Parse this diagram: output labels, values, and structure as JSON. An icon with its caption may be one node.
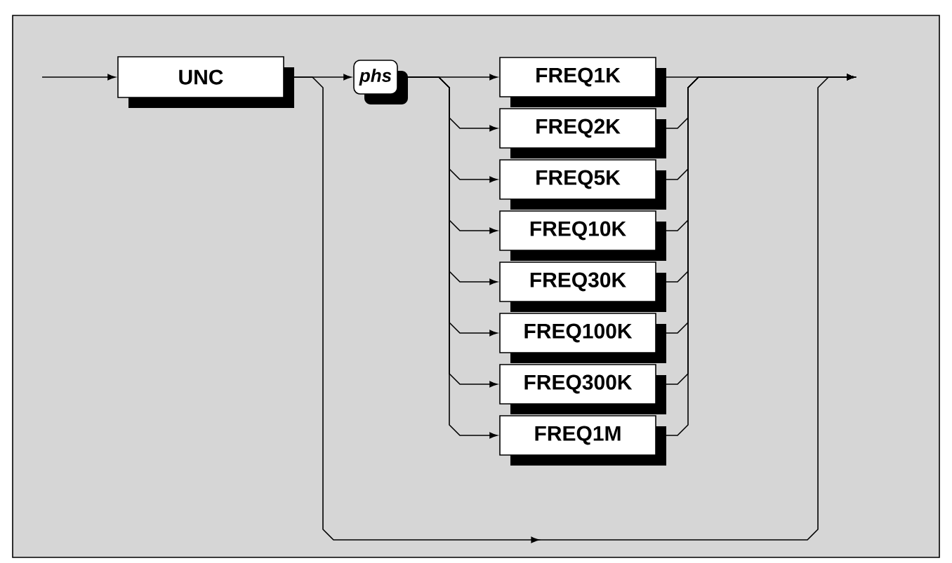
{
  "diagram": {
    "nodes": [
      {
        "text": [
          "UNC"
        ]
      },
      {
        "text": [
          "phs"
        ]
      },
      {
        "text": [
          "FREQ1K"
        ]
      },
      {
        "text": [
          "FREQ2K"
        ]
      },
      {
        "text": [
          "FREQ5K"
        ]
      },
      {
        "text": [
          "FREQ10K"
        ]
      },
      {
        "text": [
          "FREQ30K"
        ]
      },
      {
        "text": [
          "FREQ100K"
        ]
      },
      {
        "text": [
          "FREQ300K"
        ]
      },
      {
        "text": [
          "FREQ1M"
        ]
      }
    ],
    "edges": [
      {
        "from": null,
        "to": 0,
        "arrow": "to"
      },
      {
        "from": 0,
        "to": 1,
        "arrow": "to"
      },
      {
        "from": 1,
        "to": 2,
        "arrow": "to"
      },
      {
        "from": 1,
        "to": 3,
        "arrow": "to"
      },
      {
        "from": 1,
        "to": 4,
        "arrow": "to"
      },
      {
        "from": 1,
        "to": 5,
        "arrow": "to"
      },
      {
        "from": 1,
        "to": 6,
        "arrow": "to"
      },
      {
        "from": 1,
        "to": 7,
        "arrow": "to"
      },
      {
        "from": 1,
        "to": 8,
        "arrow": "to"
      },
      {
        "from": 1,
        "to": 9,
        "arrow": "to"
      },
      {
        "from": 2,
        "to": null,
        "arrow": "to"
      },
      {
        "from": 3,
        "to": null,
        "arrow": "to"
      },
      {
        "from": 4,
        "to": null,
        "arrow": "to"
      },
      {
        "from": 5,
        "to": null,
        "arrow": "to"
      },
      {
        "from": 6,
        "to": null,
        "arrow": "to"
      },
      {
        "from": 7,
        "to": null,
        "arrow": "to"
      },
      {
        "from": 8,
        "to": null,
        "arrow": "to"
      },
      {
        "from": 9,
        "to": null,
        "arrow": "to"
      },
      {
        "from": 0,
        "to": null,
        "arrow": "to"
      }
    ]
  }
}
